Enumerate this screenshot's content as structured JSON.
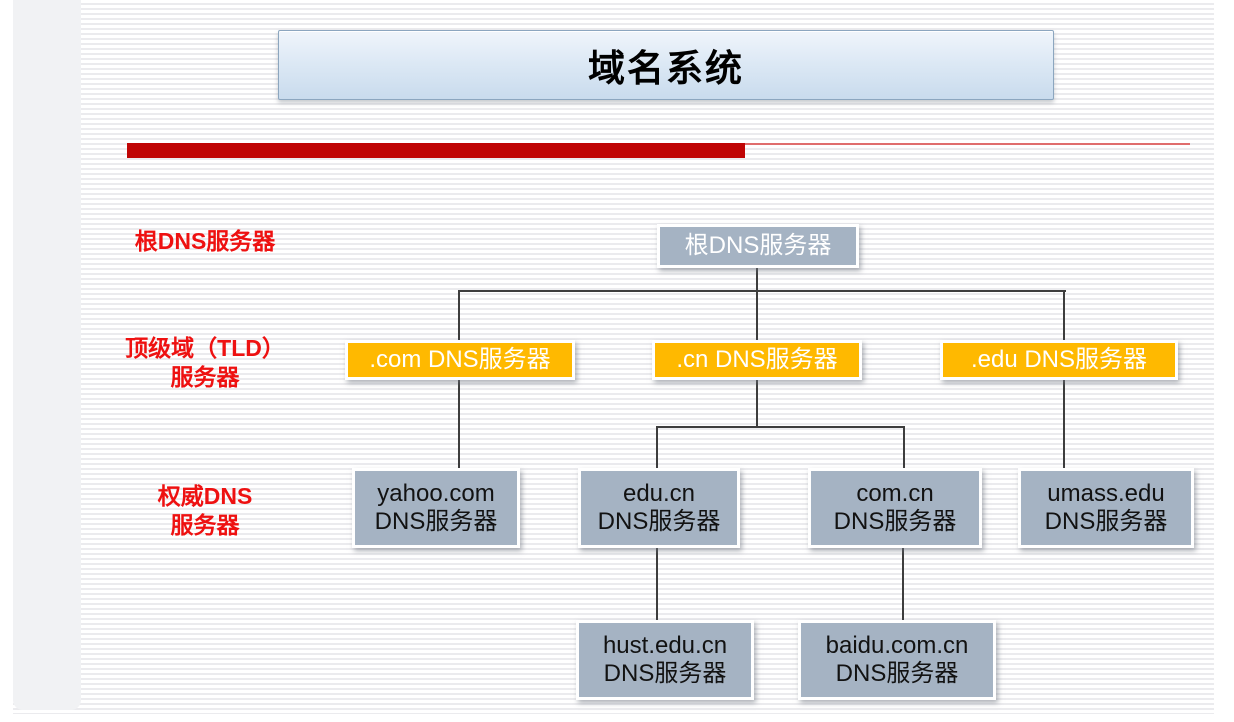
{
  "slide": {
    "title": "域名系统"
  },
  "row_labels": [
    {
      "line1": "根DNS服务器",
      "line2": ""
    },
    {
      "line1": "顶级域（TLD）",
      "line2": "服务器"
    },
    {
      "line1": "权威DNS",
      "line2": "服务器"
    }
  ],
  "tree": {
    "root": {
      "label": "根DNS服务器"
    },
    "tld": [
      {
        "label": ".com DNS服务器"
      },
      {
        "label": ".cn DNS服务器"
      },
      {
        "label": ".edu DNS服务器"
      }
    ],
    "authoritative": [
      {
        "line1": "yahoo.com",
        "line2": "DNS服务器"
      },
      {
        "line1": "edu.cn",
        "line2": "DNS服务器"
      },
      {
        "line1": "com.cn",
        "line2": "DNS服务器"
      },
      {
        "line1": "umass.edu",
        "line2": "DNS服务器"
      }
    ],
    "subdomain": [
      {
        "line1": "hust.edu.cn",
        "line2": "DNS服务器"
      },
      {
        "line1": "baidu.com.cn",
        "line2": "DNS服务器"
      }
    ]
  },
  "colors": {
    "divider_red": "#c00505",
    "divider_thin_red": "#e06d6d",
    "label_red": "#ee1111",
    "tld_orange": "#ffb900",
    "server_gray_blue": "#a5b3c3",
    "connector": "#3d3d3d",
    "title_gradient_top": "#f0f5fb",
    "title_gradient_bottom": "#c9dbed"
  }
}
